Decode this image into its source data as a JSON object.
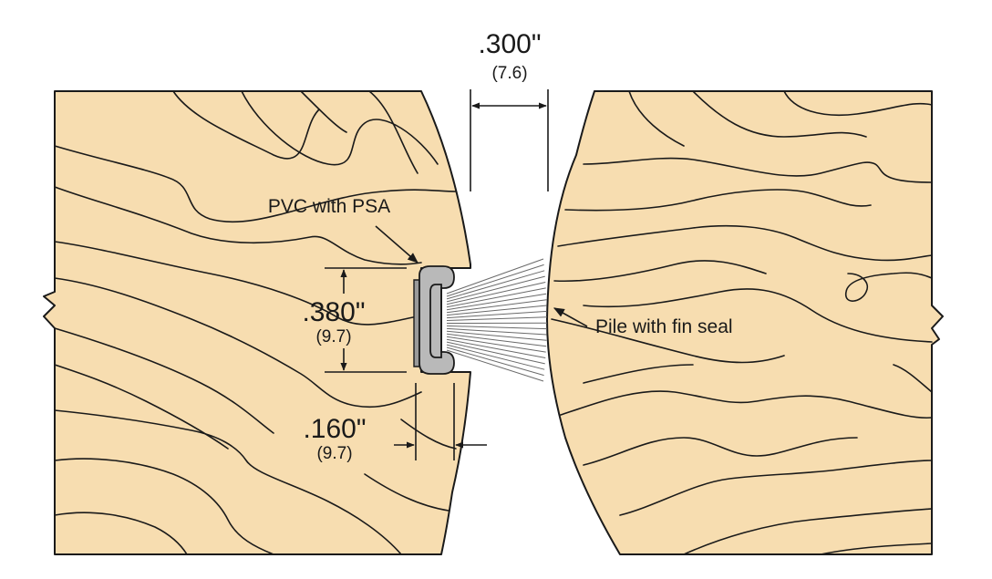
{
  "dimensions": {
    "gap": {
      "imperial": ".300\"",
      "metric": "(7.6)"
    },
    "height": {
      "imperial": ".380\"",
      "metric": "(9.7)"
    },
    "offset": {
      "imperial": ".160\"",
      "metric": "(9.7)"
    }
  },
  "callouts": {
    "carrier": "PVC with PSA",
    "seal": "Pile with fin seal"
  },
  "colors": {
    "wood": "#f7ddb0",
    "line": "#1a1a1a",
    "carrier": "#b9b9b9",
    "pile": "#6a6a6a"
  }
}
